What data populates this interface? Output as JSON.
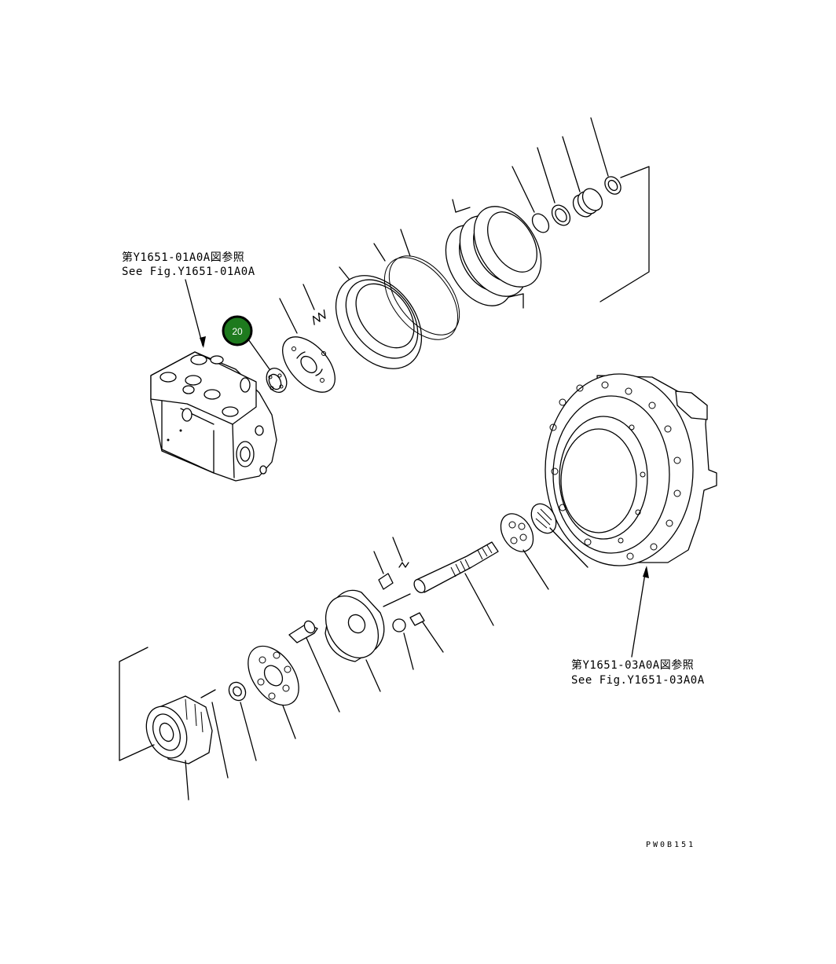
{
  "references": {
    "top_left": {
      "jp": "第Y1651-01A0A図参照",
      "en": "See Fig.Y1651-01A0A"
    },
    "bottom_right": {
      "jp": "第Y1651-03A0A図参照",
      "en": "See Fig.Y1651-03A0A"
    }
  },
  "callout": {
    "number": "20",
    "color": "#1e7a1e"
  },
  "picture_code": "PW0B151"
}
